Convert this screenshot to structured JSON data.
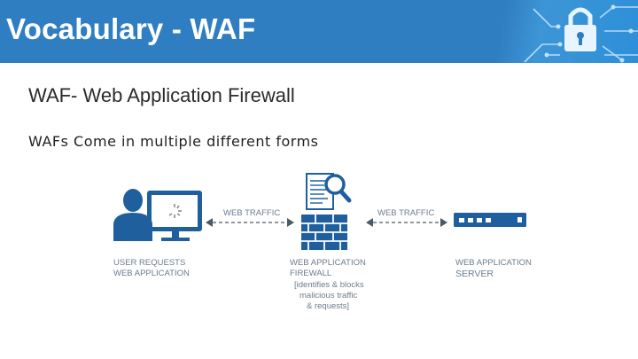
{
  "slide": {
    "title": "Vocabulary - WAF",
    "heading": "WAF- Web Application Firewall",
    "bullet": "WAFs Come in multiple different forms"
  },
  "diagram": {
    "traffic_left": "WEB TRAFFIC",
    "traffic_right": "WEB TRAFFIC",
    "user_line1": "USER REQUESTS",
    "user_line2": "WEB APPLICATION",
    "waf_line1": "WEB APPLICATION",
    "waf_line2": "FIREWALL",
    "waf_note1": "[identifies & blocks",
    "waf_note2": "malicious traffic",
    "waf_note3": "& requests]",
    "server_line1": "WEB APPLICATION",
    "server_line2": "SERVER"
  },
  "colors": {
    "header": "#2f7ec1",
    "icon": "#1f5f9e",
    "label": "#6b7d8c"
  }
}
